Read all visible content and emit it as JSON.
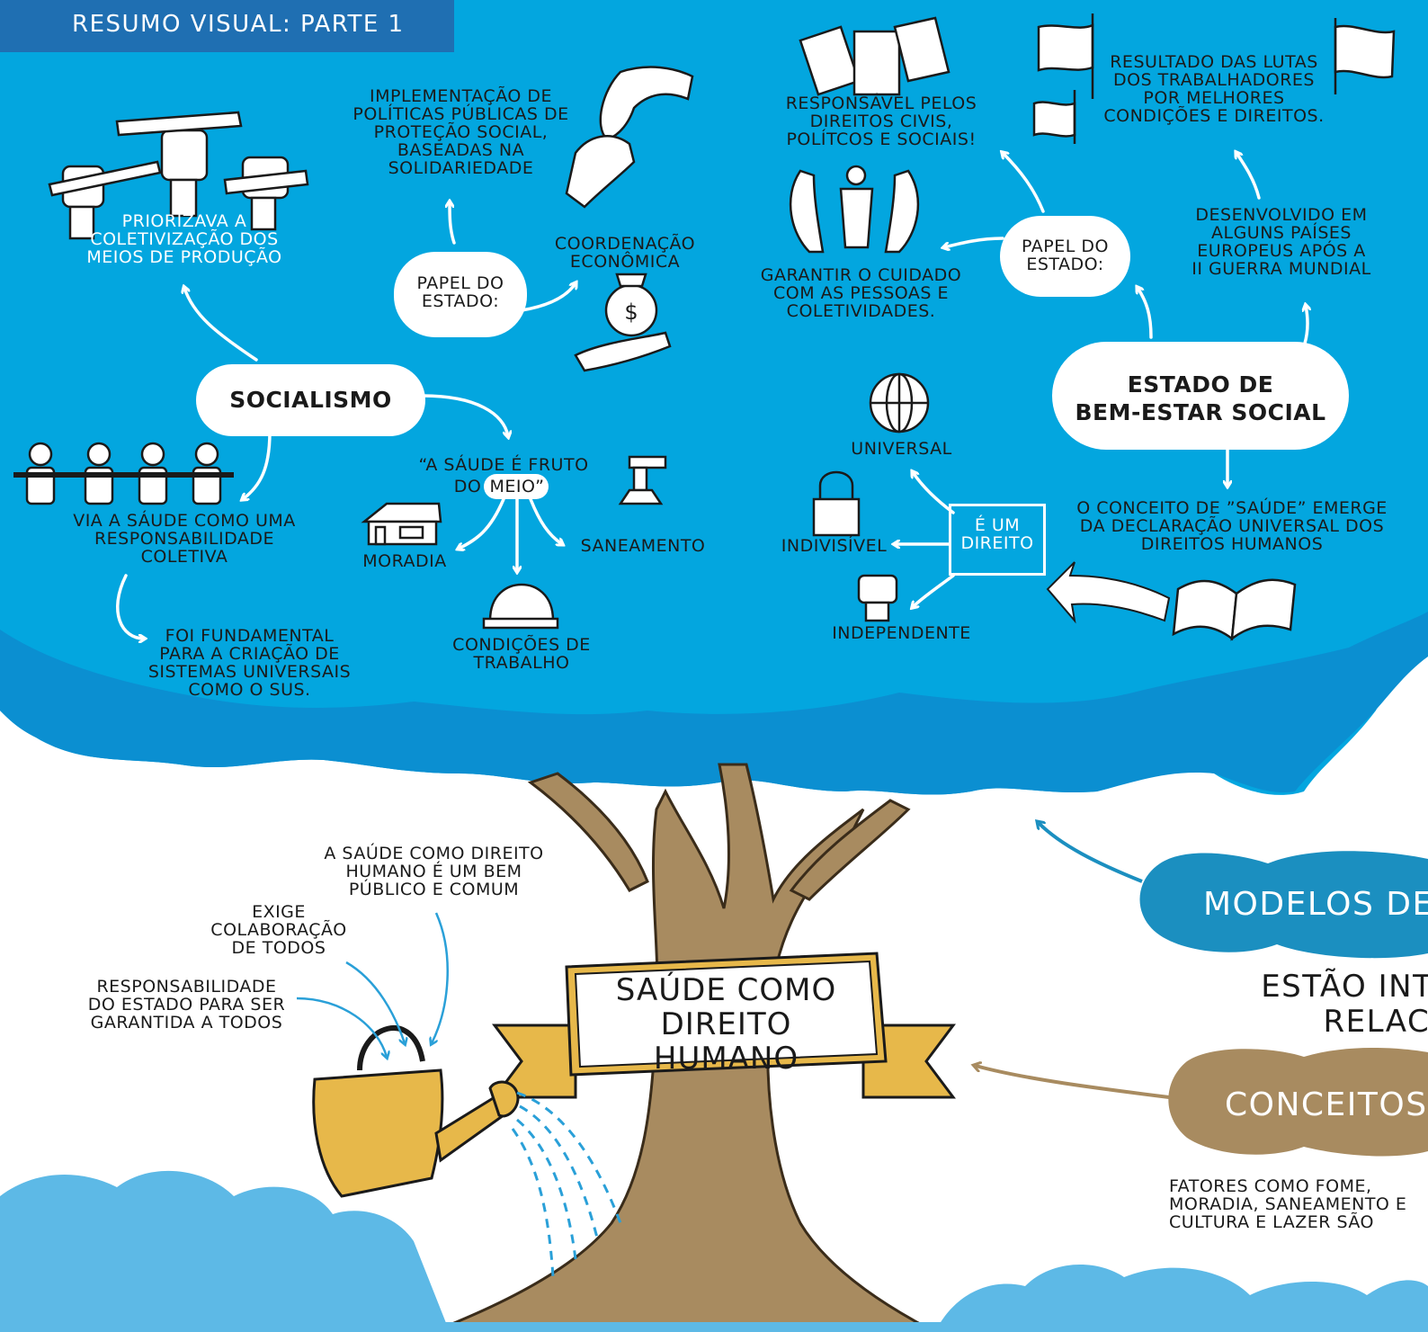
{
  "header": {
    "title": "RESUMO VISUAL: PARTE 1"
  },
  "colors": {
    "sky": "#03a6df",
    "foliage": "#0b8fd1",
    "header": "#1f6fb2",
    "trunk": "#a88b60",
    "can": "#e7b84a",
    "modelos": "#1b8fc0",
    "conceitos": "#a88b60"
  },
  "socialismo": {
    "title": "SOCIALISMO",
    "priorizava": "PRIORIZAVA A\nCOLETIVIZAÇÃO DOS\nMEIOS DE PRODUÇÃO",
    "implementacao": "IMPLEMENTAÇÃO DE\nPOLÍTICAS PÚBLICAS DE\nPROTEÇÃO SOCIAL,\nBASEADAS NA\nSOLIDARIEDADE",
    "papel": "PAPEL DO\nESTADO:",
    "coordenacao": "COORDENAÇÃO\nECONÔMICA",
    "via": "VIA A SÁUDE COMO UMA\nRESPONSABILIDADE\nCOLETIVA",
    "fundamental": "FOI FUNDAMENTAL\nPARA A CRIAÇÃO DE\nSISTEMAS UNIVERSAIS\nCOMO O SUS.",
    "fruto_1": "“A SÁUDE É FRUTO",
    "fruto_2": "DO",
    "fruto_meio": "MEIO”",
    "moradia": "MORADIA",
    "saneamento": "SANEAMENTO",
    "trabalho": "CONDIÇÕES DE\nTRABALHO"
  },
  "bem_estar": {
    "title": "ESTADO DE\nBEM-ESTAR SOCIAL",
    "responsavel": "RESPONSÁVEL PELOS\nDIREITOS CIVIS,\nPOLÍTCOS E SOCIAIS!",
    "resultado": "RESULTADO DAS LUTAS\nDOS TRABALHADORES\nPOR MELHORES\nCONDIÇÕES E DIREITOS.",
    "papel": "PAPEL DO\nESTADO:",
    "garantir": "GARANTIR O CUIDADO\nCOM AS PESSOAS E\nCOLETIVIDADES.",
    "desenvolvido": "DESENVOLVIDO EM\nALGUNS PAÍSES\nEUROPEUS APÓS A\nII GUERRA MUNDIAL",
    "conceito": "O CONCEITO DE ”SAÚDE” EMERGE\nDA DECLARAÇÃO UNIVERSAL DOS\nDIREITOS HUMANOS",
    "e_um_direito": "É UM\nDIREITO",
    "universal": "UNIVERSAL",
    "indivisivel": "INDIVISÍVEL",
    "independente": "INDEPENDENTE"
  },
  "tree": {
    "banner": "SAÚDE COMO\nDIREITO HUMANO",
    "bem_publico": "A SAÚDE COMO DIREITO\nHUMANO É UM BEM\nPÚBLICO E COMUM",
    "exige": "EXIGE\nCOLABORAÇÃO\nDE TODOS",
    "responsabilidade": "RESPONSABILIDADE\nDO ESTADO PARA SER\nGARANTIDA A TODOS"
  },
  "right": {
    "modelos": "MODELOS DE",
    "estao": "ESTÃO INTRI\nRELACIO",
    "conceitos": "CONCEITOS",
    "fatores": "FATORES COMO FOME,\nMORADIA, SANEAMENTO E\nCULTURA E LAZER SÃO"
  }
}
